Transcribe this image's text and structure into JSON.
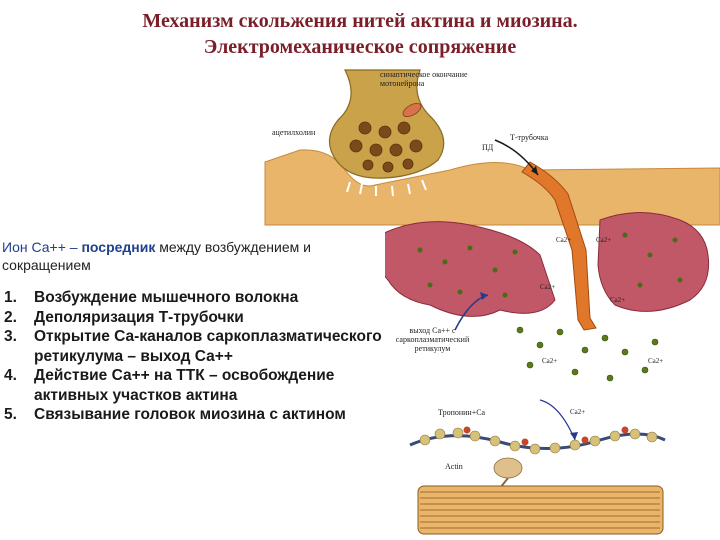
{
  "title": {
    "line1": "Механизм скольжения нитей актина и миозина.",
    "line2": "Электромеханическое сопряжение"
  },
  "diagram_labels": {
    "synaptic": "синаптическое окончание мотонейрона",
    "acetylcholine": "ацетилхолин",
    "pd": "ПД",
    "t_tubule": "Т-трубочка",
    "ca_release": "выход Са++ с саркоплазматический ретикулум",
    "troponin": "Тропонин+Са",
    "actin": "Actin",
    "ca_ion": "Ca2+"
  },
  "text": {
    "intro_part1": "Ион Са++ – ",
    "intro_part2": "посредник",
    "intro_part3": " между возбуждением и сокращением"
  },
  "steps": [
    {
      "num": "1.",
      "text": "Возбуждение мышечного волокна"
    },
    {
      "num": "2.",
      "text": "Деполяризация Т-трубочки"
    },
    {
      "num": "3.",
      "text": "Открытие Са-каналов саркоплазматического ретикулума – выход Са++"
    },
    {
      "num": "4.",
      "text": "Действие Са++ на ТТК – освобождение активных участков актина"
    },
    {
      "num": "5.",
      "text": "Связывание головок миозина с актином"
    }
  ]
}
